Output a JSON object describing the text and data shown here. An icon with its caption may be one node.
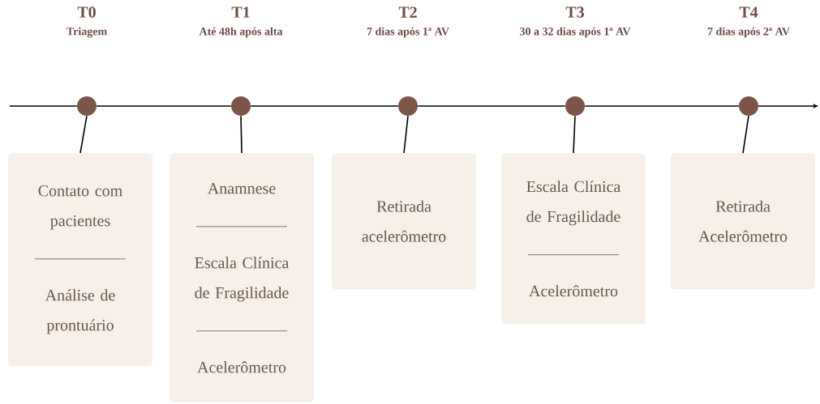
{
  "diagram": {
    "nodes": [
      {
        "text": [],
        "shape": "circle",
        "beside": [
          "T0",
          "Triagem"
        ]
      },
      {
        "text": [],
        "shape": "circle",
        "beside": [
          "T1",
          "Até 48h após alta"
        ]
      },
      {
        "text": [],
        "shape": "circle",
        "beside": [
          "T2",
          "7 dias após 1ª AV"
        ]
      },
      {
        "text": [],
        "shape": "circle",
        "beside": [
          "T3",
          "30 a 32 dias após 1ª AV"
        ]
      },
      {
        "text": [],
        "shape": "circle",
        "beside": [
          "T4",
          "7 dias após 2ª AV"
        ]
      },
      {
        "text": [
          "Contato com pacientes",
          "Análise de prontuário"
        ]
      },
      {
        "text": [
          "Anamnese",
          "Escala Clínica de Fragilidade",
          "Acelerômetro"
        ]
      },
      {
        "text": [
          "Retirada acelerômetro"
        ]
      },
      {
        "text": [
          "Escala Clínica de Fragilidade",
          "Acelerômetro"
        ]
      },
      {
        "text": [
          "Retirada Acelerômetro"
        ]
      }
    ],
    "edges": [
      {
        "from": null,
        "to": 0,
        "arrow": "none"
      },
      {
        "from": 0,
        "to": 1,
        "arrow": "none"
      },
      {
        "from": 1,
        "to": 2,
        "arrow": "none"
      },
      {
        "from": 2,
        "to": 3,
        "arrow": "none"
      },
      {
        "from": 3,
        "to": 4,
        "arrow": "none"
      },
      {
        "from": 4,
        "to": null,
        "arrow": "to"
      },
      {
        "from": 0,
        "to": 5,
        "arrow": "none"
      },
      {
        "from": 1,
        "to": 6,
        "arrow": "none"
      },
      {
        "from": 2,
        "to": 7,
        "arrow": "none"
      },
      {
        "from": 3,
        "to": 8,
        "arrow": "none"
      },
      {
        "from": 4,
        "to": 9,
        "arrow": "none"
      }
    ]
  }
}
